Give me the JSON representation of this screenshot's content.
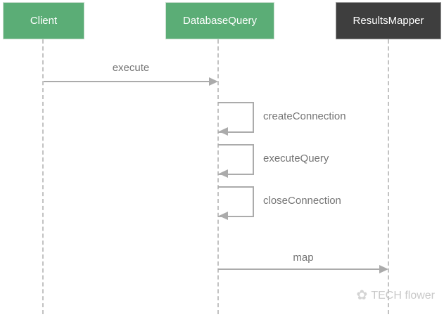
{
  "colors": {
    "participant_green": "#5BAD76",
    "participant_dark": "#3E3E3E",
    "line_gray": "#ABABAB",
    "lifeline_gray": "#C2C2C2",
    "label_gray": "#757575",
    "watermark_gray": "#C9C9C9",
    "background": "#FFFFFF"
  },
  "diagram": {
    "type": "uml-sequence-diagram",
    "participants": [
      {
        "label": "Client",
        "style": "green"
      },
      {
        "label": "DatabaseQuery",
        "style": "green"
      },
      {
        "label": "ResultsMapper",
        "style": "dark"
      }
    ],
    "messages": [
      {
        "label": "execute",
        "from": "Client",
        "to": "DatabaseQuery",
        "kind": "call"
      },
      {
        "label": "createConnection",
        "from": "DatabaseQuery",
        "to": "DatabaseQuery",
        "kind": "self"
      },
      {
        "label": "executeQuery",
        "from": "DatabaseQuery",
        "to": "DatabaseQuery",
        "kind": "self"
      },
      {
        "label": "closeConnection",
        "from": "DatabaseQuery",
        "to": "DatabaseQuery",
        "kind": "self"
      },
      {
        "label": "map",
        "from": "DatabaseQuery",
        "to": "ResultsMapper",
        "kind": "call"
      }
    ],
    "watermark": {
      "icon": "flower-icon",
      "text": "TECH flower"
    }
  }
}
